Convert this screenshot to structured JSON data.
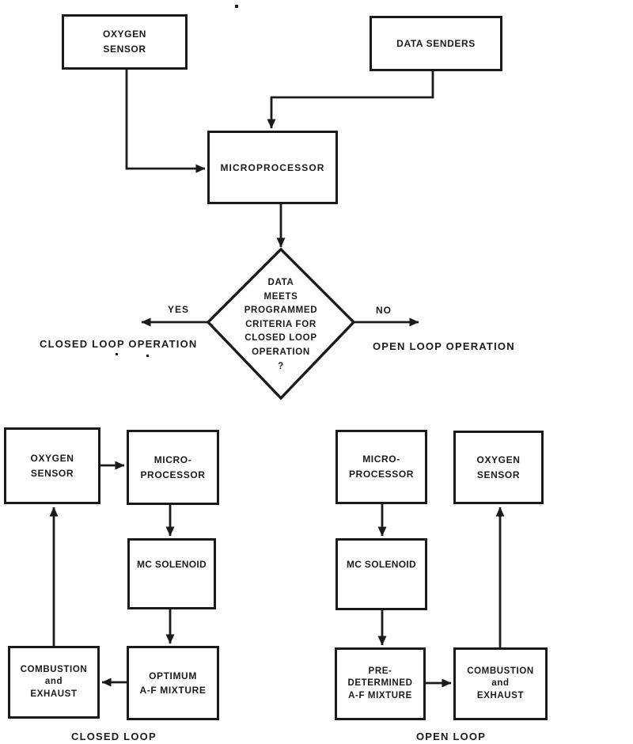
{
  "top_section": {
    "oxygen_sensor": {
      "lines": [
        "OXYGEN",
        "SENSOR"
      ]
    },
    "data_senders": {
      "label": "DATA SENDERS"
    },
    "microprocessor": {
      "label": "MICROPROCESSOR"
    },
    "decision": {
      "lines": [
        "DATA",
        "MEETS",
        "PROGRAMMED",
        "CRITERIA FOR",
        "CLOSED LOOP",
        "OPERATION",
        "?"
      ]
    },
    "yes_label": "YES",
    "no_label": "NO",
    "yes_branch_label": "CLOSED LOOP OPERATION",
    "no_branch_label": "OPEN LOOP OPERATION"
  },
  "closed_loop": {
    "caption": "CLOSED LOOP",
    "oxygen_sensor": {
      "lines": [
        "OXYGEN",
        "SENSOR"
      ]
    },
    "microprocessor": {
      "lines": [
        "MICRO-",
        "PROCESSOR"
      ]
    },
    "mc_solenoid": {
      "label": "MC SOLENOID"
    },
    "combustion": {
      "lines": [
        "COMBUSTION",
        "and",
        "EXHAUST"
      ]
    },
    "optimum_mixture": {
      "lines": [
        "OPTIMUM",
        "A-F MIXTURE"
      ]
    }
  },
  "open_loop": {
    "caption": "OPEN LOOP",
    "microprocessor": {
      "lines": [
        "MICRO-",
        "PROCESSOR"
      ]
    },
    "oxygen_sensor": {
      "lines": [
        "OXYGEN",
        "SENSOR"
      ]
    },
    "mc_solenoid": {
      "label": "MC SOLENOID"
    },
    "predetermined_mixture": {
      "lines": [
        "PRE-",
        "DETERMINED",
        "A-F MIXTURE"
      ]
    },
    "combustion": {
      "lines": [
        "COMBUSTION",
        "and",
        "EXHAUST"
      ]
    }
  },
  "colors": {
    "ink": "#1a1a1a",
    "paper": "#ffffff"
  }
}
